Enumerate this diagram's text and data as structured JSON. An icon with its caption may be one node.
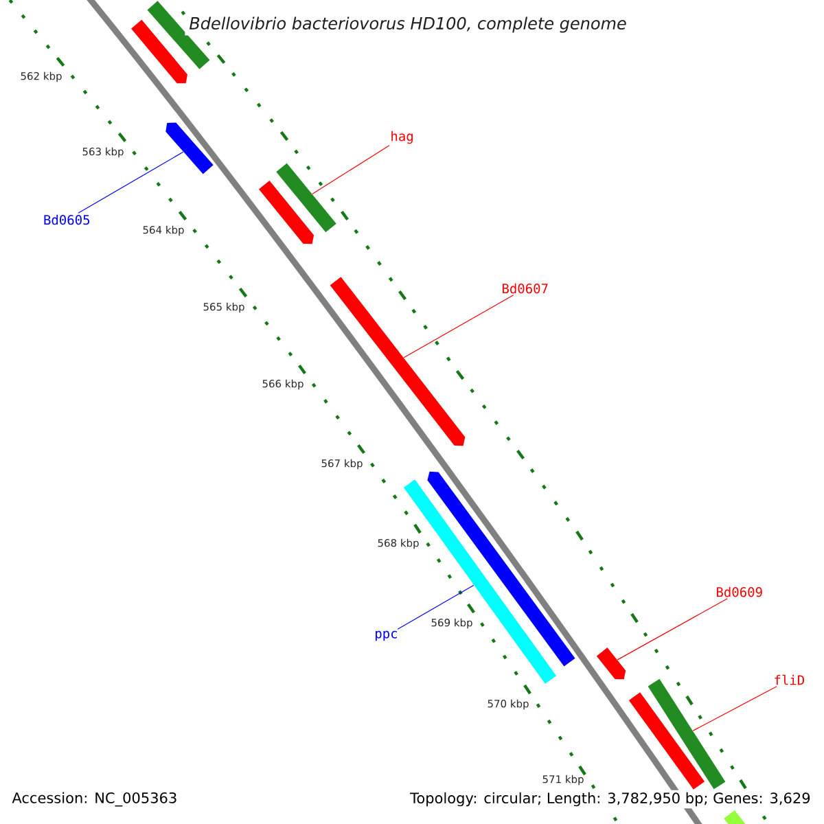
{
  "diagram": {
    "title": "Bdellovibrio bacteriovorus HD100, complete genome",
    "nodes": [
      {
        "text": [
          "Bd0605"
        ]
      },
      {
        "text": [],
        "shape": "bar"
      },
      {
        "text": [
          "hag"
        ]
      },
      {
        "text": [],
        "shape": "bar"
      },
      {
        "text": [
          "Bd0607"
        ]
      },
      {
        "text": [],
        "shape": "bar"
      },
      {
        "text": [
          "ppc"
        ]
      },
      {
        "text": [],
        "shape": "bar"
      },
      {
        "text": [
          "Bd0609"
        ]
      },
      {
        "text": [],
        "shape": "bar"
      },
      {
        "text": [
          "fliD"
        ]
      },
      {
        "text": [],
        "shape": "bar"
      },
      {
        "text": [],
        "shape": "bar"
      },
      {
        "text": [],
        "shape": "bar"
      },
      {
        "text": [],
        "shape": "bar"
      },
      {
        "text": [],
        "shape": "bar"
      },
      {
        "text": [],
        "shape": "bar"
      },
      {
        "text": [],
        "shape": "bar"
      }
    ],
    "edges": [
      {
        "from": 0,
        "to": 1,
        "arrow": "none",
        "color": "#0000ff"
      },
      {
        "from": 2,
        "to": 3,
        "arrow": "none"
      },
      {
        "from": 4,
        "to": 5,
        "arrow": "none"
      },
      {
        "from": 6,
        "to": 7,
        "arrow": "none",
        "color": "#0000ff"
      },
      {
        "from": 8,
        "to": 9,
        "arrow": "none"
      },
      {
        "from": 10,
        "to": 11,
        "arrow": "none"
      }
    ],
    "labels": [
      "562 kbp",
      "563 kbp",
      "564 kbp",
      "565 kbp",
      "566 kbp",
      "567 kbp",
      "568 kbp",
      "569 kbp",
      "570 kbp",
      "571 kbp",
      "Accession: NC_005363",
      "Topology: circular; Length: 3,782,950 bp; Genes: 3,629"
    ]
  }
}
